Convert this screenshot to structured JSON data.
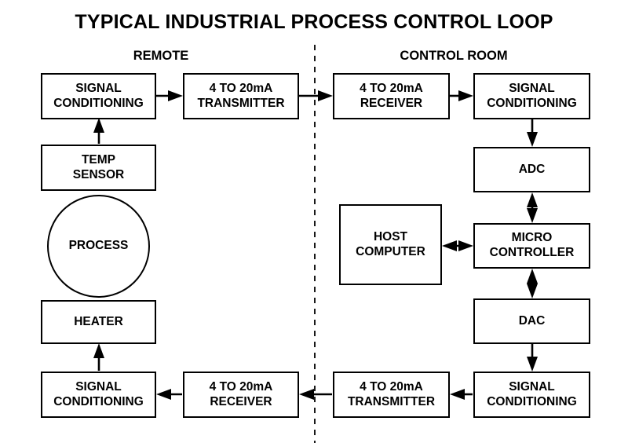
{
  "title": "TYPICAL INDUSTRIAL PROCESS CONTROL LOOP",
  "sections": [
    {
      "id": "remote",
      "label": "REMOTE"
    },
    {
      "id": "control-room",
      "label": "CONTROL ROOM"
    }
  ],
  "divider": {
    "name": "remote-control-room-divider",
    "style": "dashed-vertical"
  },
  "colors": {
    "background": "#ffffff",
    "stroke": "#000000",
    "text": "#000000",
    "box_fill": "#ffffff"
  },
  "nodes": [
    {
      "id": "sc-top-left",
      "label": "SIGNAL\nCONDITIONING",
      "shape": "rect",
      "section": "remote"
    },
    {
      "id": "transmitter-top",
      "label": "4 TO 20mA\nTRANSMITTER",
      "shape": "rect",
      "section": "remote"
    },
    {
      "id": "receiver-top",
      "label": "4 TO 20mA\nRECEIVER",
      "shape": "rect",
      "section": "control-room"
    },
    {
      "id": "sc-top-right",
      "label": "SIGNAL\nCONDITIONING",
      "shape": "rect",
      "section": "control-room"
    },
    {
      "id": "temp-sensor",
      "label": "TEMP\nSENSOR",
      "shape": "rect",
      "section": "remote"
    },
    {
      "id": "process",
      "label": "PROCESS",
      "shape": "circle",
      "section": "remote"
    },
    {
      "id": "heater",
      "label": "HEATER",
      "shape": "rect",
      "section": "remote"
    },
    {
      "id": "adc",
      "label": "ADC",
      "shape": "rect",
      "section": "control-room"
    },
    {
      "id": "host-computer",
      "label": "HOST\nCOMPUTER",
      "shape": "rect",
      "section": "control-room"
    },
    {
      "id": "micro-controller",
      "label": "MICRO\nCONTROLLER",
      "shape": "rect",
      "section": "control-room"
    },
    {
      "id": "dac",
      "label": "DAC",
      "shape": "rect",
      "section": "control-room"
    },
    {
      "id": "sc-bottom-right",
      "label": "SIGNAL\nCONDITIONING",
      "shape": "rect",
      "section": "control-room"
    },
    {
      "id": "transmitter-bottom",
      "label": "4 TO 20mA\nTRANSMITTER",
      "shape": "rect",
      "section": "control-room"
    },
    {
      "id": "receiver-bottom",
      "label": "4 TO 20mA\nRECEIVER",
      "shape": "rect",
      "section": "remote"
    },
    {
      "id": "sc-bottom-left",
      "label": "SIGNAL\nCONDITIONING",
      "shape": "rect",
      "section": "remote"
    }
  ],
  "edges": [
    {
      "id": "process-to-temp-sensor",
      "from": "process",
      "to": "temp-sensor",
      "direction": "single"
    },
    {
      "id": "temp-sensor-to-sc-top-left",
      "from": "temp-sensor",
      "to": "sc-top-left",
      "direction": "single"
    },
    {
      "id": "sc-top-left-to-transmitter",
      "from": "sc-top-left",
      "to": "transmitter-top",
      "direction": "single"
    },
    {
      "id": "transmitter-to-receiver-top",
      "from": "transmitter-top",
      "to": "receiver-top",
      "direction": "single"
    },
    {
      "id": "receiver-to-sc-top-right",
      "from": "receiver-top",
      "to": "sc-top-right",
      "direction": "single"
    },
    {
      "id": "sc-top-right-to-adc",
      "from": "sc-top-right",
      "to": "adc",
      "direction": "single"
    },
    {
      "id": "adc-to-micro-controller",
      "from": "adc",
      "to": "micro-controller",
      "direction": "double"
    },
    {
      "id": "host-computer-to-micro",
      "from": "host-computer",
      "to": "micro-controller",
      "direction": "double"
    },
    {
      "id": "micro-controller-to-dac",
      "from": "micro-controller",
      "to": "dac",
      "direction": "double"
    },
    {
      "id": "dac-to-sc-bottom-right",
      "from": "dac",
      "to": "sc-bottom-right",
      "direction": "single"
    },
    {
      "id": "sc-bottom-right-to-transmitter",
      "from": "sc-bottom-right",
      "to": "transmitter-bottom",
      "direction": "single"
    },
    {
      "id": "transmitter-to-receiver-bottom",
      "from": "transmitter-bottom",
      "to": "receiver-bottom",
      "direction": "single"
    },
    {
      "id": "receiver-to-sc-bottom-left",
      "from": "receiver-bottom",
      "to": "sc-bottom-left",
      "direction": "single"
    },
    {
      "id": "sc-bottom-left-to-heater",
      "from": "sc-bottom-left",
      "to": "heater",
      "direction": "single"
    },
    {
      "id": "heater-to-process",
      "from": "heater",
      "to": "process",
      "direction": "single"
    }
  ]
}
